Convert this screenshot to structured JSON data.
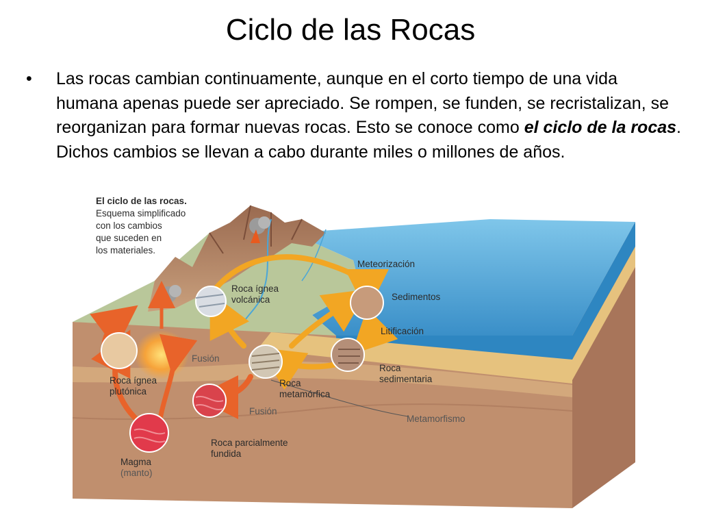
{
  "slide": {
    "title": "Ciclo de las Rocas",
    "bullet": {
      "symbol": "•",
      "text_before": "Las rocas cambian continuamente, aunque en el corto tiempo de una vida humana apenas puede ser apreciado. Se rompen, se funden, se recristalizan, se reorganizan para formar nuevas rocas. Esto se conoce como ",
      "text_emphasis": "el ciclo de la rocas",
      "text_after": ". Dichos cambios se llevan a cabo durante miles o millones de años."
    }
  },
  "figure": {
    "caption_lines": [
      "El ciclo de las rocas.",
      "Esquema simplificado",
      "con los cambios",
      "que suceden en",
      "los materiales."
    ],
    "labels": {
      "meteorizacion": "Meteorización",
      "sedimentos": "Sedimentos",
      "litificacion": "Litificación",
      "ignea_volcanica_1": "Roca ígnea",
      "ignea_volcanica_2": "volcánica",
      "fusion_1": "Fusión",
      "ignea_plutonica_1": "Roca ígnea",
      "ignea_plutonica_2": "plutónica",
      "metamorfica_1": "Roca",
      "metamorfica_2": "metamórfica",
      "sedimentaria_1": "Roca",
      "sedimentaria_2": "sedimentaria",
      "fusion_2": "Fusión",
      "metamorfismo": "Metamorfismo",
      "parcial_1": "Roca parcialmente",
      "parcial_2": "fundida",
      "magma_1": "Magma",
      "magma_2": "(manto)"
    },
    "colors": {
      "ocean": "#3f9bd2",
      "land": "#a8b98a",
      "crust": "#b7876a",
      "cycle_arrow": "#f0a020",
      "magma_arrow": "#e8632a"
    }
  }
}
